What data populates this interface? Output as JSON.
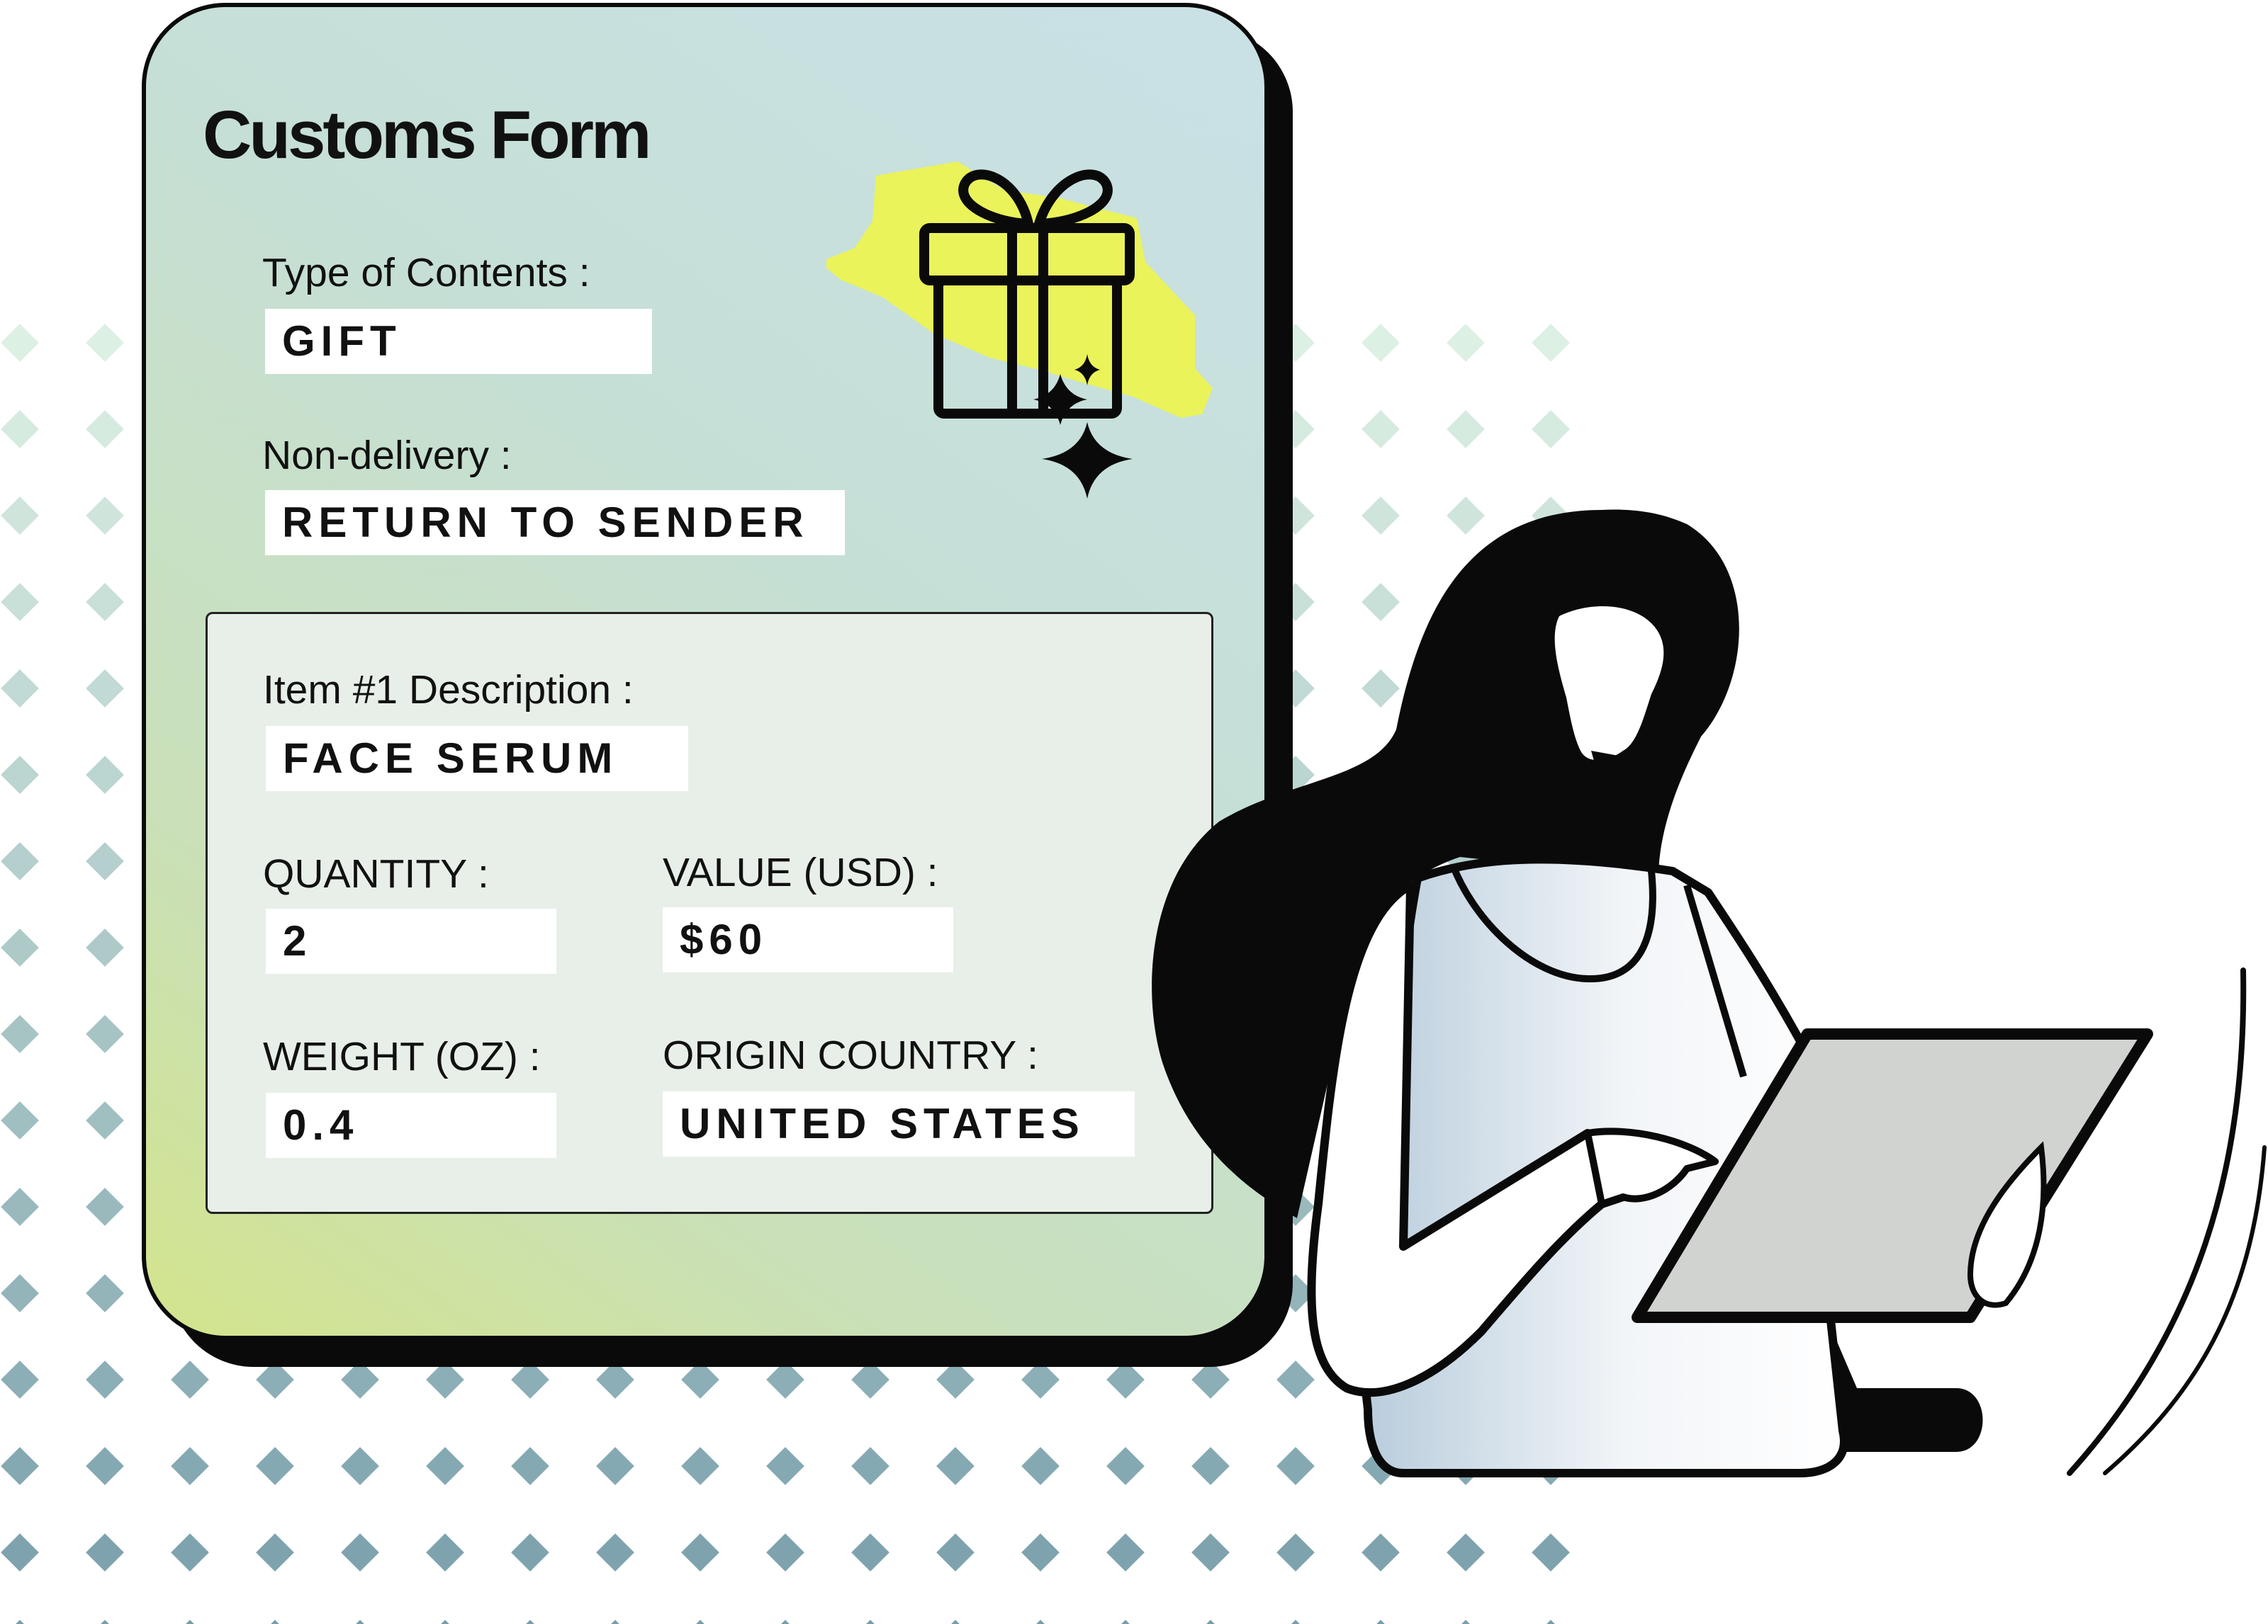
{
  "form": {
    "title": "Customs Form",
    "type_of_contents": {
      "label": "Type of Contents :",
      "value": "GIFT"
    },
    "non_delivery": {
      "label": "Non-delivery :",
      "value": "RETURN TO SENDER"
    },
    "item": {
      "description": {
        "label": "Item #1 Description :",
        "value": "FACE SERUM"
      },
      "quantity": {
        "label": "QUANTITY :",
        "value": "2"
      },
      "value_usd": {
        "label": "VALUE (USD) :",
        "value": "$60"
      },
      "weight": {
        "label": "WEIGHT (OZ) :",
        "value": "0.4"
      },
      "origin_country": {
        "label": "ORIGIN COUNTRY :",
        "value": "UNITED STATES"
      }
    }
  },
  "icons": {
    "gift": "gift-box-icon",
    "sparkles": "sparkle-icon"
  },
  "colors": {
    "highlight": "#eaf35a",
    "outline": "#0a0a0a",
    "dot": "#7fa5ad",
    "tablet": "#d0d3cf"
  }
}
